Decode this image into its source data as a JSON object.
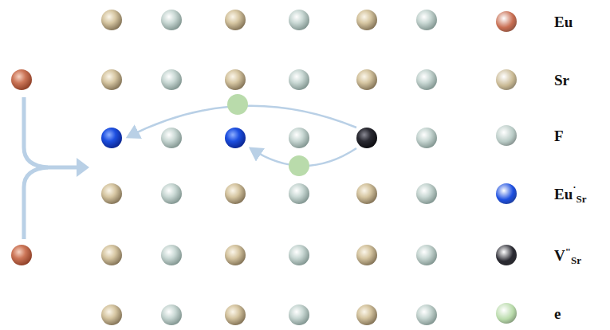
{
  "diagram": {
    "legend": [
      {
        "text": "Eu",
        "color": "#c86e52"
      },
      {
        "text": "Sr",
        "color": "#c9b994"
      },
      {
        "text": "F",
        "color": "#b9cbc6"
      },
      {
        "text": "Eu˙Sr",
        "color": "#1d4fe0"
      },
      {
        "text": "V\"Sr",
        "color": "#2a2a32"
      },
      {
        "text": "e",
        "color": "#b9dbab"
      }
    ]
  }
}
